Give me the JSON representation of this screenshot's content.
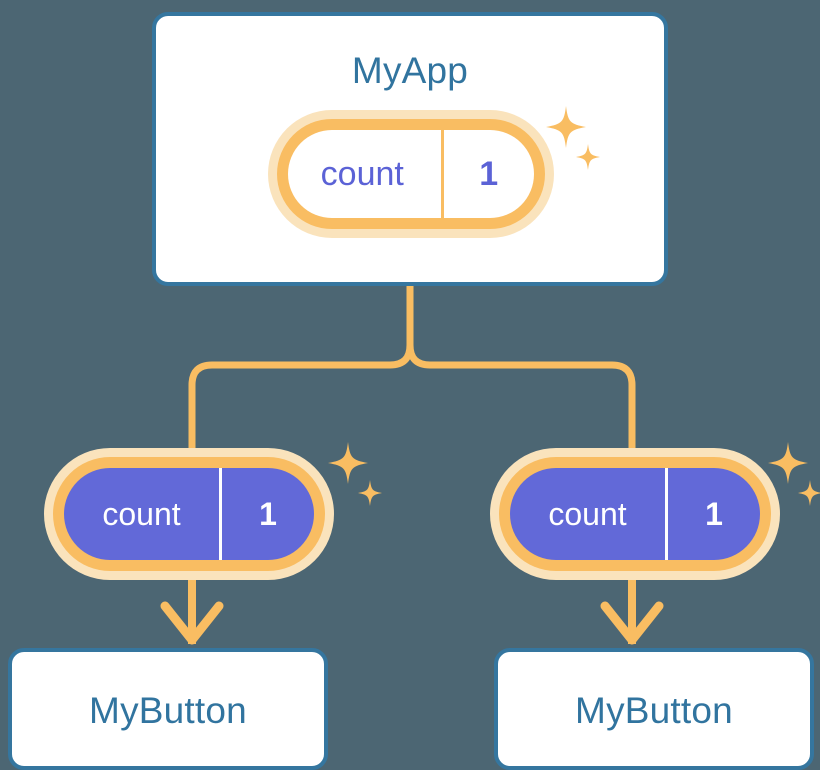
{
  "background_color": "#4c6673",
  "palette": {
    "card_border": "#35769f",
    "card_fill": "#ffffff",
    "title_text": "#31749f",
    "accent_orange": "#f9bd62",
    "accent_orange_soft": "#fae3bc",
    "purple_fill": "#6269d8",
    "purple_text": "#5b62d6",
    "white_text": "#ffffff"
  },
  "diagram": {
    "type": "component-state-propagation-tree",
    "root": {
      "id": "myapp",
      "title": "MyApp",
      "state": {
        "key": "count",
        "value": "1",
        "style": "outlined",
        "sparkle": true
      }
    },
    "children": [
      {
        "id": "mybutton-left",
        "title": "MyButton",
        "state": {
          "key": "count",
          "value": "1",
          "style": "filled",
          "sparkle": true
        }
      },
      {
        "id": "mybutton-right",
        "title": "MyButton",
        "state": {
          "key": "count",
          "value": "1",
          "style": "filled",
          "sparkle": true
        }
      }
    ],
    "connectors": {
      "style": "rounded-elbow-tree",
      "color": "#f9bd62",
      "stroke_width": 7,
      "arrowheads": 2,
      "description": "Vertical stem from MyApp card splits into two rounded branches that feed each child state pill; each pill then arrows down into its MyButton card."
    },
    "icons": {
      "sparkle": "sparkle-icon"
    }
  }
}
